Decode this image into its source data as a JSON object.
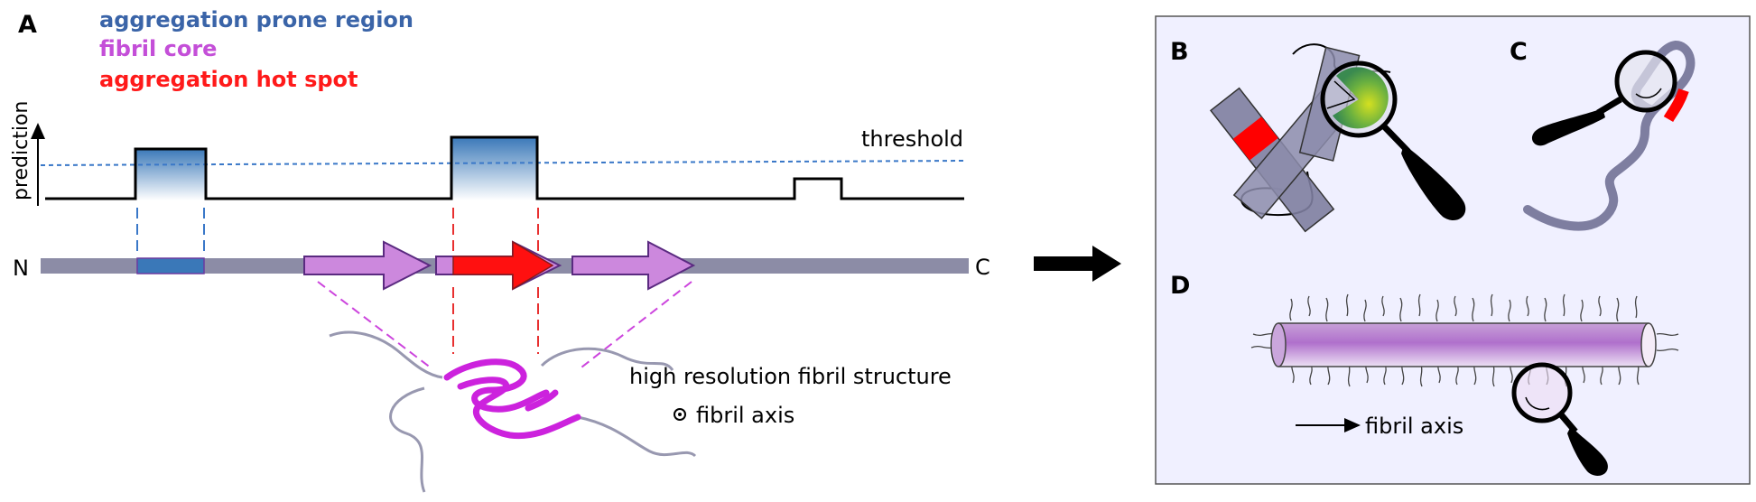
{
  "panels": {
    "a": "A",
    "b": "B",
    "c": "C",
    "d": "D"
  },
  "legend": [
    {
      "label": "aggregation prone region",
      "color": "#3a64a8"
    },
    {
      "label": "fibril core",
      "color": "#c44fd8"
    },
    {
      "label": "aggregation hot spot",
      "color": "#ff1a1a"
    }
  ],
  "plot": {
    "ylabel": "prediction",
    "threshold_label": "threshold"
  },
  "sequence": {
    "n_label": "N",
    "c_label": "C"
  },
  "structure": {
    "caption": "high resolution fibril structure",
    "axis_label": "fibril axis"
  },
  "panel_d": {
    "axis_label": "fibril axis"
  },
  "colors": {
    "chain": "#8c8ca6",
    "apr_blue": "#3a78b8",
    "fibril_core": "#cc66dd",
    "hot_spot": "#ff0000",
    "panel_bg": "#f0f0ff",
    "structure_magenta": "#cc22dd"
  }
}
